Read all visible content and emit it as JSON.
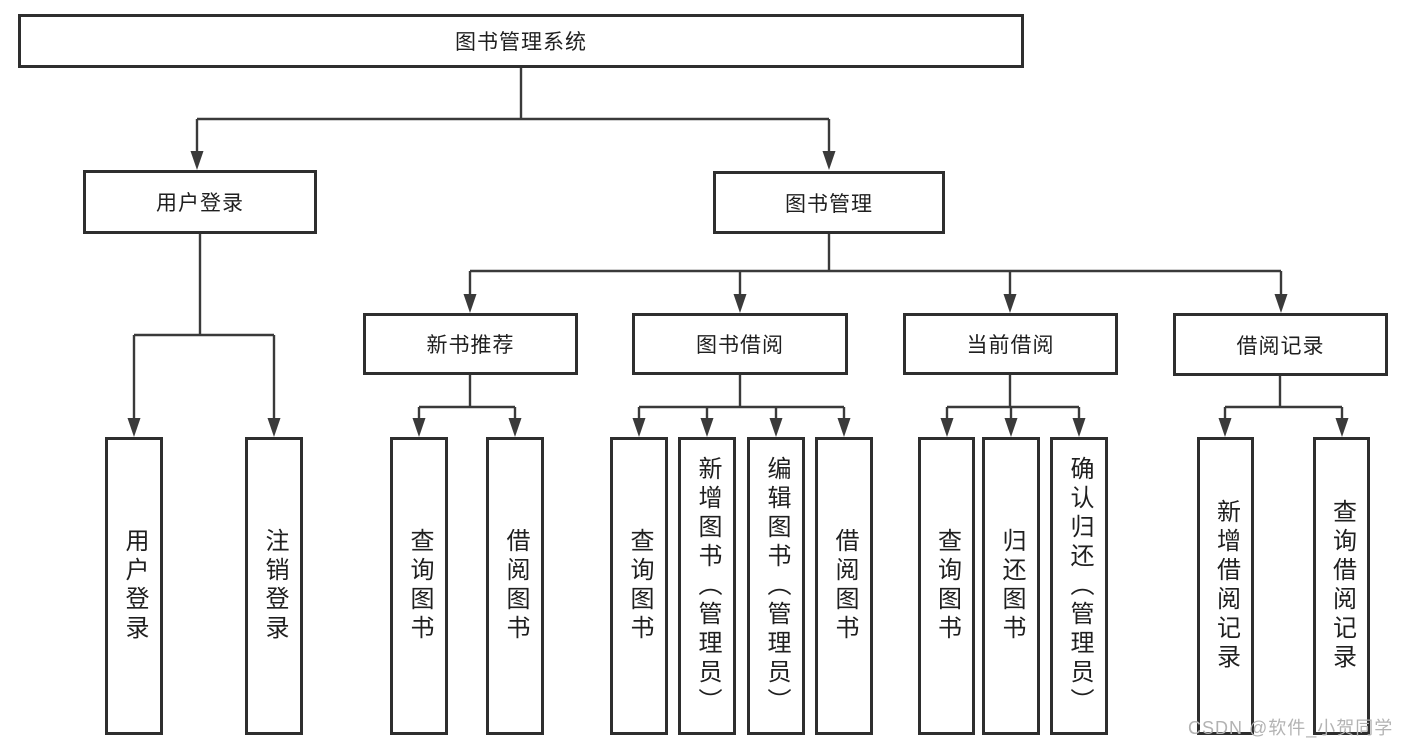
{
  "tree": {
    "root": "图书管理系统",
    "login": {
      "label": "用户登录",
      "children": [
        "用户登录",
        "注销登录"
      ]
    },
    "management": {
      "label": "图书管理",
      "sections": [
        {
          "label": "新书推荐",
          "children": [
            "查询图书",
            "借阅图书"
          ]
        },
        {
          "label": "图书借阅",
          "children": [
            "查询图书",
            "新增图书（管理员）",
            "编辑图书（管理员）",
            "借阅图书"
          ]
        },
        {
          "label": "当前借阅",
          "children": [
            "查询图书",
            "归还图书",
            "确认归还（管理员）"
          ]
        },
        {
          "label": "借阅记录",
          "children": [
            "新增借阅记录",
            "查询借阅记录"
          ]
        }
      ]
    }
  },
  "watermark": "CSDN @软件_小贺同学",
  "colors": {
    "line": "#3a3a3a",
    "border": "#2e2e2e",
    "text": "#1f1f1f",
    "watermark": "#b3b3b3",
    "background": "#ffffff"
  }
}
